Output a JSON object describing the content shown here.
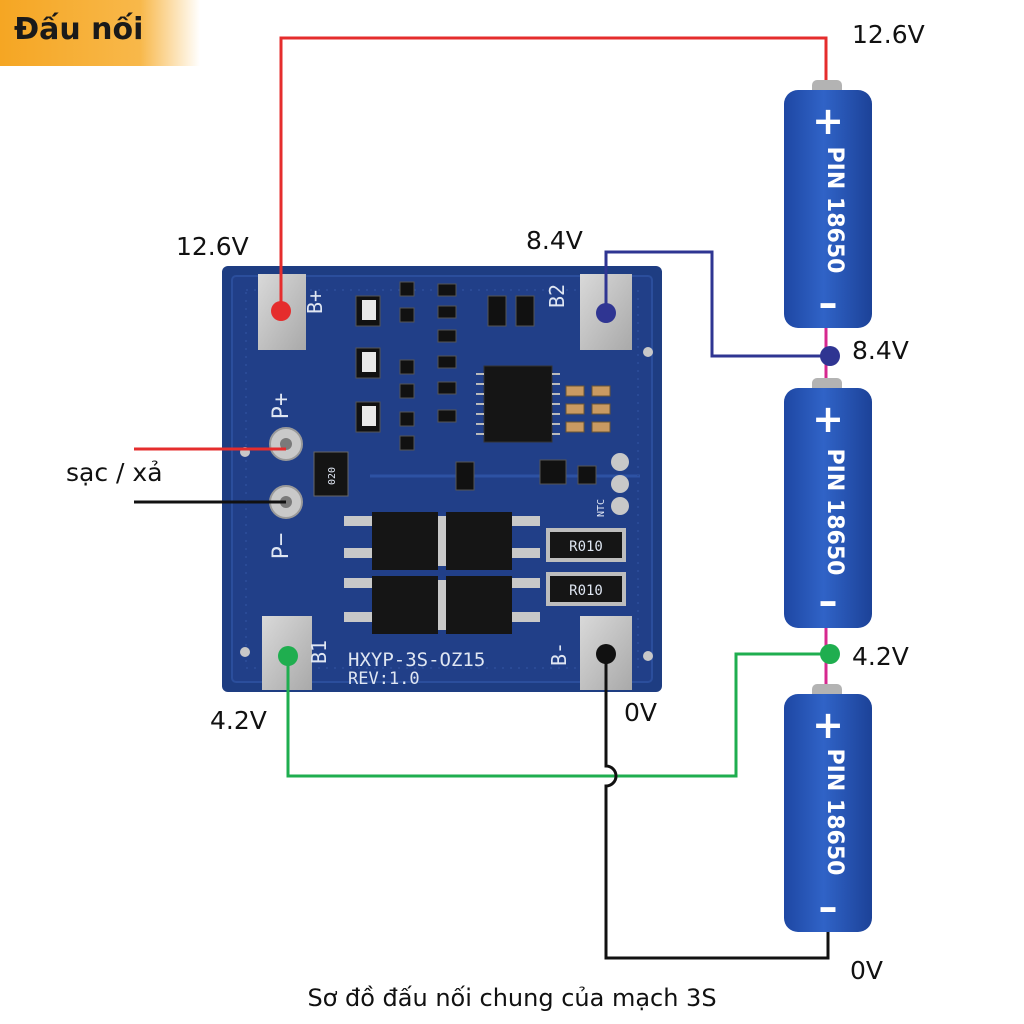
{
  "header": {
    "badge_text": "Đấu nối"
  },
  "labels": {
    "board_bplus": "12.6V",
    "board_b2": "8.4V",
    "board_b1": "4.2V",
    "board_bminus": "0V",
    "batt_top": "12.6V",
    "batt_mid_upper": "8.4V",
    "batt_mid_lower": "4.2V",
    "batt_bottom": "0V",
    "charge_discharge": "sạc / xả"
  },
  "board": {
    "pad_bplus": "B+",
    "pad_b2": "B2",
    "pad_b1": "B1",
    "pad_bminus": "B-",
    "pad_pplus": "P+",
    "pad_pminus": "P−",
    "model": "HXYP-3S-OZ15",
    "rev": "REV:1.0",
    "resistor_1": "R010",
    "resistor_2": "R010",
    "ntc": "NTC",
    "ic_small": "020"
  },
  "cells": [
    {
      "plus": "+",
      "name": "PIN 18650",
      "minus": "–"
    },
    {
      "plus": "+",
      "name": "PIN 18650",
      "minus": "–"
    },
    {
      "plus": "+",
      "name": "PIN 18650",
      "minus": "–"
    }
  ],
  "colors": {
    "board": "#1f3f86",
    "cell": "#2a57b8",
    "wire_red": "#e52d2d",
    "wire_blue": "#2f3592",
    "wire_green": "#1fae4f",
    "wire_black": "#111111",
    "wire_pink": "#d6288f",
    "badge": "#f5a623"
  },
  "footer": {
    "caption": "Sơ đồ đấu nối chung của mạch 3S"
  }
}
